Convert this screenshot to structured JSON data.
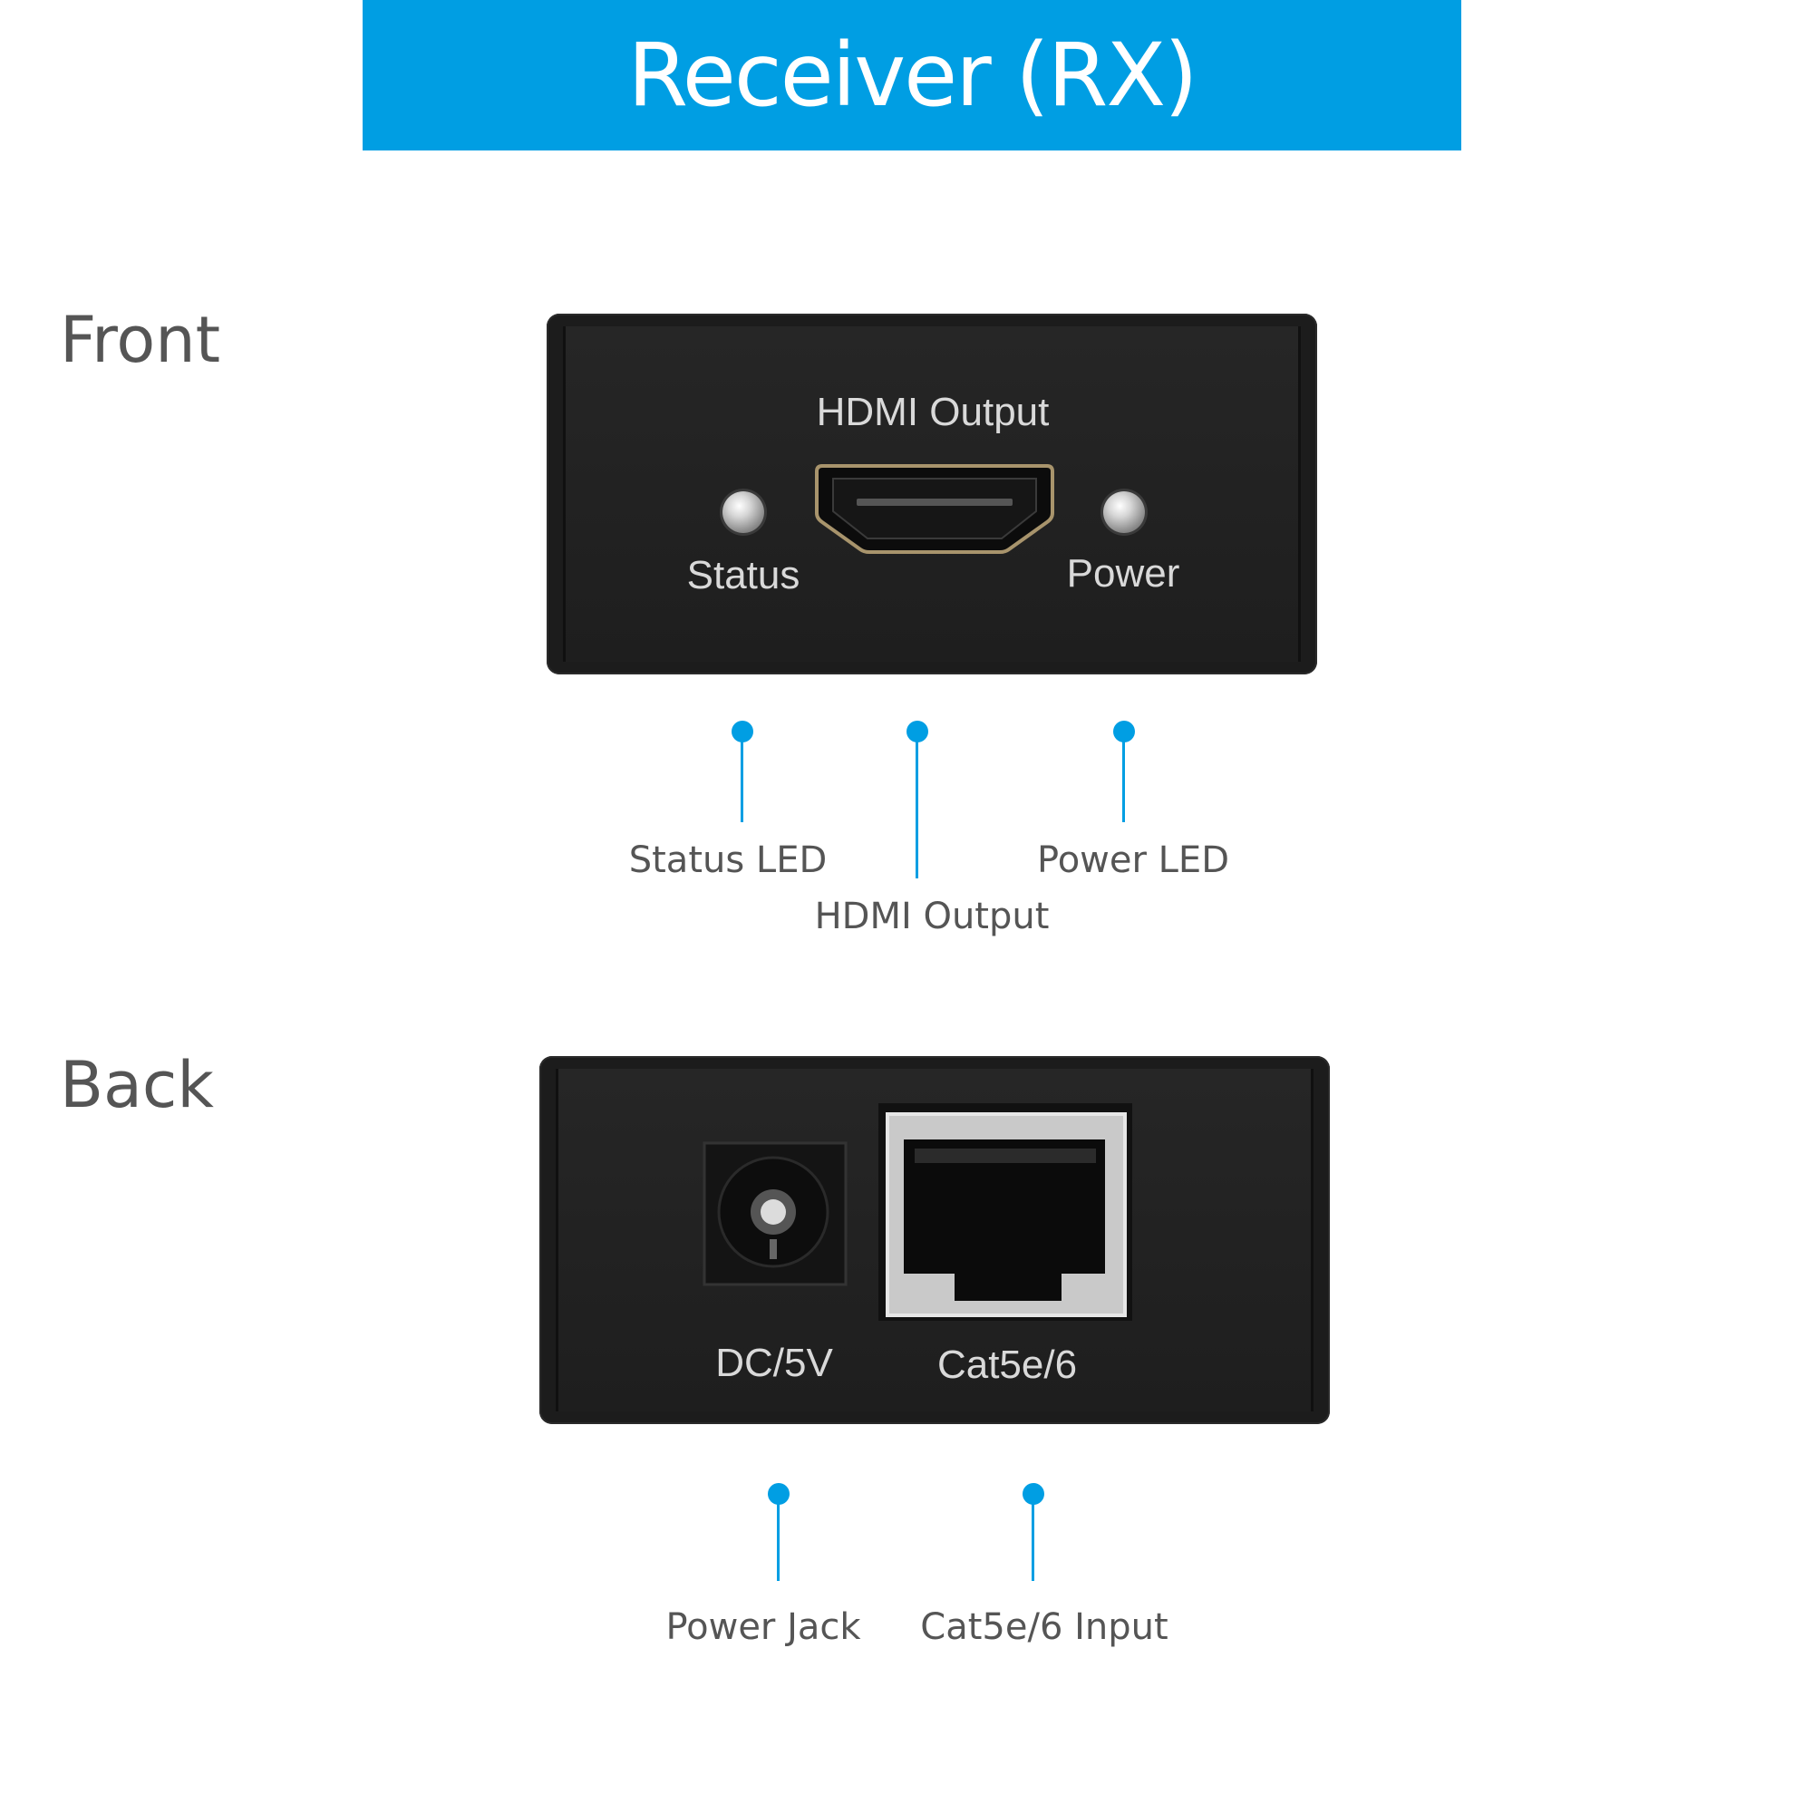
{
  "header": {
    "title": "Receiver (RX)",
    "color": "#009ee3"
  },
  "front": {
    "section_label": "Front",
    "panel": {
      "port_label": "HDMI Output",
      "left_led_label": "Status",
      "right_led_label": "Power"
    },
    "callouts": [
      {
        "id": "status-led",
        "label": "Status LED"
      },
      {
        "id": "hdmi-output",
        "label": "HDMI Output"
      },
      {
        "id": "power-led",
        "label": "Power LED"
      }
    ]
  },
  "back": {
    "section_label": "Back",
    "panel": {
      "power_label": "DC/5V",
      "rj45_label": "Cat5e/6"
    },
    "callouts": [
      {
        "id": "power-jack",
        "label": "Power Jack"
      },
      {
        "id": "cat-input",
        "label": "Cat5e/6 Input"
      }
    ]
  }
}
